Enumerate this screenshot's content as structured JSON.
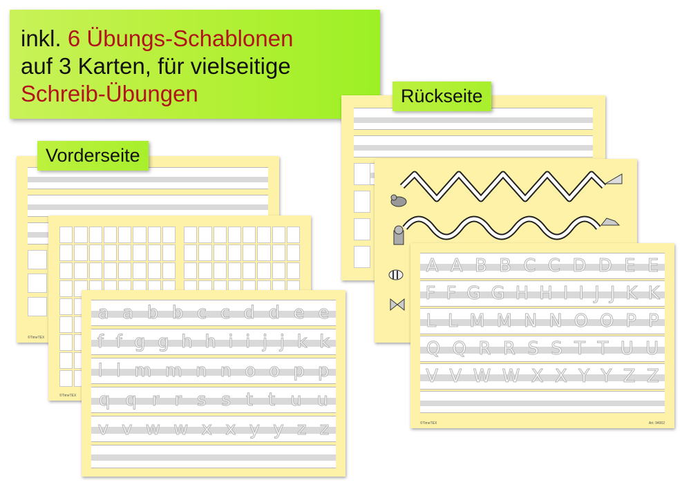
{
  "banner": {
    "line1_pre": "inkl. ",
    "line1_red": "6 Übungs-Schablonen",
    "line2": "auf 3 Karten, für vielseitige",
    "line3_red": "Schreib-Übungen"
  },
  "labels": {
    "front": "Vorderseite",
    "back": "Rückseite"
  },
  "card_letters_front": [
    [
      "a",
      "a",
      "b",
      "b",
      "c",
      "c",
      "d",
      "d",
      "e",
      "e"
    ],
    [
      "f",
      "f",
      "g",
      "g",
      "h",
      "h",
      "i",
      "i",
      "j",
      "j",
      "k",
      "k"
    ],
    [
      "l",
      "l",
      "m",
      "m",
      "n",
      "n",
      "o",
      "o",
      "p",
      "p"
    ],
    [
      "q",
      "q",
      "r",
      "r",
      "s",
      "s",
      "t",
      "t",
      "u",
      "u"
    ],
    [
      "v",
      "v",
      "w",
      "w",
      "x",
      "x",
      "y",
      "y",
      "z",
      "z"
    ]
  ],
  "card_letters_back": [
    [
      "A",
      "A",
      "B",
      "B",
      "C",
      "C",
      "D",
      "D",
      "E",
      "E"
    ],
    [
      "F",
      "F",
      "G",
      "G",
      "H",
      "H",
      "I",
      "I",
      "J",
      "J",
      "K",
      "K"
    ],
    [
      "L",
      "L",
      "M",
      "M",
      "N",
      "N",
      "O",
      "O",
      "P",
      "P"
    ],
    [
      "Q",
      "Q",
      "R",
      "R",
      "S",
      "S",
      "T",
      "T",
      "U",
      "U"
    ],
    [
      "V",
      "V",
      "W",
      "W",
      "X",
      "X",
      "Y",
      "Y",
      "Z",
      "Z"
    ]
  ],
  "copyright": "©TimeTEX",
  "article_no": "Art. 94002",
  "colors": {
    "card": "#fdf2a8",
    "banner": "#b8f03a",
    "red": "#b0151b"
  },
  "icons": [
    "mouse-icon",
    "cheese-icon",
    "dog-icon",
    "shoe-icon",
    "bee-icon",
    "butterfly-icon",
    "snail-icon",
    "boot-icon"
  ]
}
